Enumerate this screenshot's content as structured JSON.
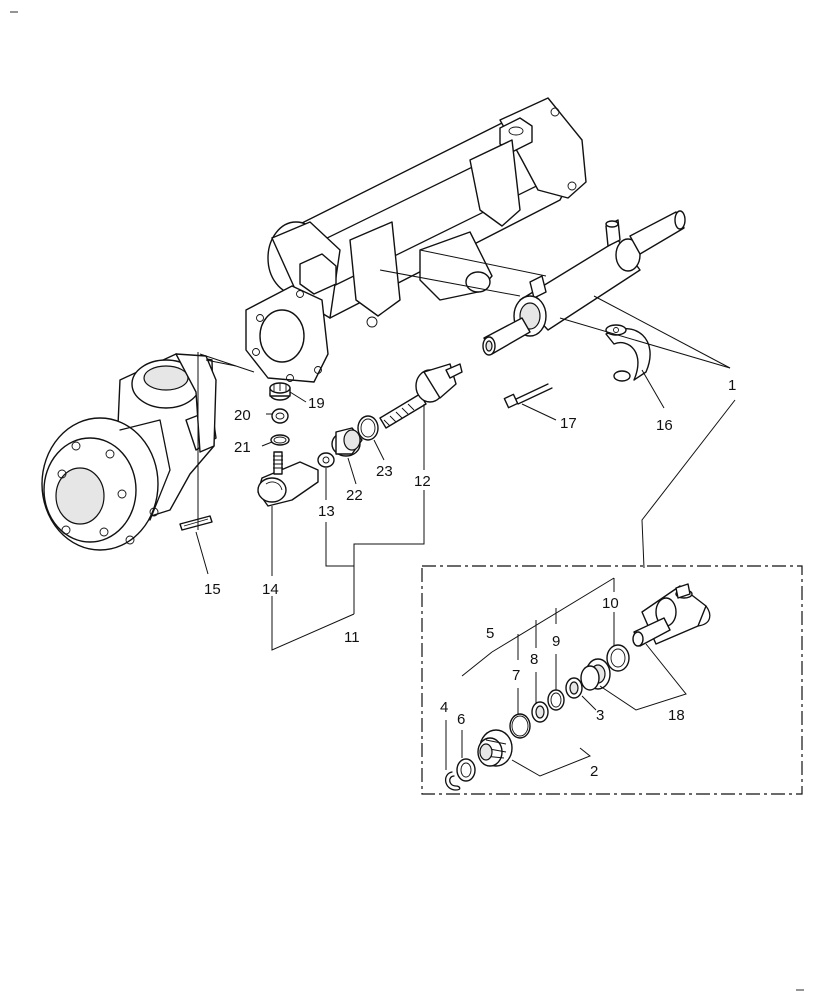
{
  "diagram": {
    "type": "exploded parts diagram",
    "callouts": [
      {
        "id": "c1",
        "label": "1"
      },
      {
        "id": "c2",
        "label": "2"
      },
      {
        "id": "c3",
        "label": "3"
      },
      {
        "id": "c4",
        "label": "4"
      },
      {
        "id": "c5",
        "label": "5"
      },
      {
        "id": "c6",
        "label": "6"
      },
      {
        "id": "c7",
        "label": "7"
      },
      {
        "id": "c8",
        "label": "8"
      },
      {
        "id": "c9",
        "label": "9"
      },
      {
        "id": "c10",
        "label": "10"
      },
      {
        "id": "c11",
        "label": "11"
      },
      {
        "id": "c12",
        "label": "12"
      },
      {
        "id": "c13",
        "label": "13"
      },
      {
        "id": "c14",
        "label": "14"
      },
      {
        "id": "c15",
        "label": "15"
      },
      {
        "id": "c16",
        "label": "16"
      },
      {
        "id": "c17",
        "label": "17"
      },
      {
        "id": "c18",
        "label": "18"
      },
      {
        "id": "c19",
        "label": "19"
      },
      {
        "id": "c20",
        "label": "20"
      },
      {
        "id": "c21",
        "label": "21"
      },
      {
        "id": "c22",
        "label": "22"
      },
      {
        "id": "c23",
        "label": "23"
      }
    ]
  }
}
